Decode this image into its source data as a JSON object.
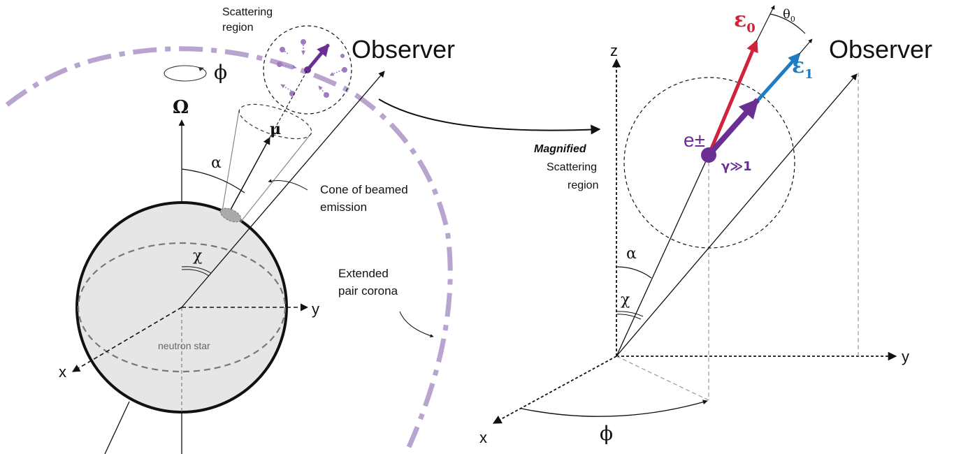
{
  "left_panel": {
    "scattering_region_line1": "Scattering",
    "scattering_region_line2": "region",
    "observer": "Observer",
    "phi": "ϕ",
    "omega": "Ω",
    "mu": "μ",
    "alpha": "α",
    "chi": "χ",
    "y_axis": "y",
    "x_axis": "x",
    "cone_label_line1": "Cone of beamed",
    "cone_label_line2": "emission",
    "corona_label_line1": "Extended",
    "corona_label_line2": "pair corona",
    "star_label": "neutron star"
  },
  "right_panel": {
    "magnified": "Magnified",
    "scattering": "Scattering",
    "region": "region",
    "observer": "Observer",
    "z_axis": "z",
    "y_axis": "y",
    "x_axis": "x",
    "phi": "ϕ",
    "alpha": "α",
    "chi": "χ",
    "electron": "e±",
    "gamma": "γ≫1",
    "eps0": "ε",
    "eps0_sub": "0",
    "eps1": "ε",
    "eps1_sub": "1",
    "theta0": "θ",
    "theta0_sub": "0"
  },
  "colors": {
    "corona": "#b9a3cf",
    "electron": "#6b2f94",
    "eps0": "#d0233b",
    "eps1": "#1d7cc4",
    "star_fill": "#e6e6e6"
  }
}
